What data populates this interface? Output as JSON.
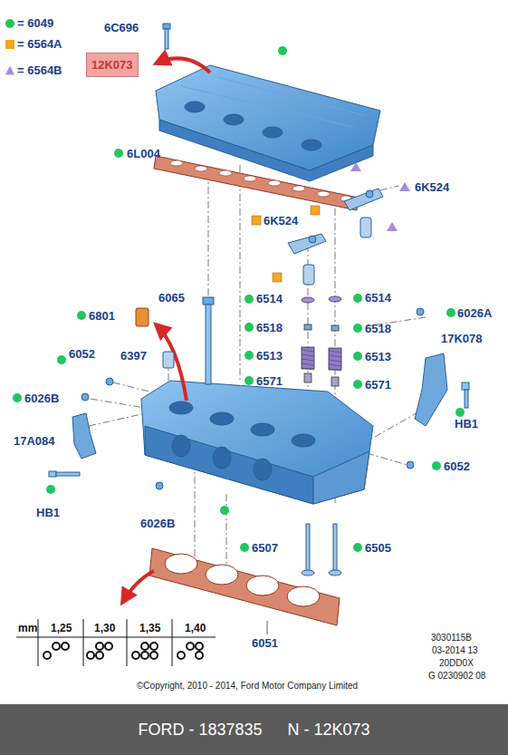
{
  "diagram": {
    "nodes": [
      {
        "text": [
          "12K073"
        ]
      },
      {
        "text": [
          "FORD - 1837835",
          "N - 12K073"
        ]
      }
    ],
    "labels": [
      "6C696",
      "6L004",
      "6K524",
      "6K524",
      "6514",
      "6514",
      "6065",
      "6801",
      "6026A",
      "6518",
      "6518",
      "6513",
      "6513",
      "6052",
      "6397",
      "17K078",
      "6571",
      "6571",
      "6026B",
      "HB1",
      "17A084",
      "6052",
      "HB1",
      "6026B",
      "6507",
      "6505",
      "mm",
      "1,25",
      "1,30",
      "1,35",
      "1,40",
      "6051",
      "3030115B",
      "03-2014 13",
      "20DD0X",
      "G 0230902 08",
      "©Copyright, 2010 - 2014, Ford Motor Company Limited"
    ],
    "legend": [
      {
        "text": "= 6049",
        "color": "#22c55e"
      },
      {
        "text": "= 6564A",
        "color": "#f5a623"
      },
      {
        "text": "= 6564B",
        "color": "#a78bdb"
      }
    ]
  }
}
